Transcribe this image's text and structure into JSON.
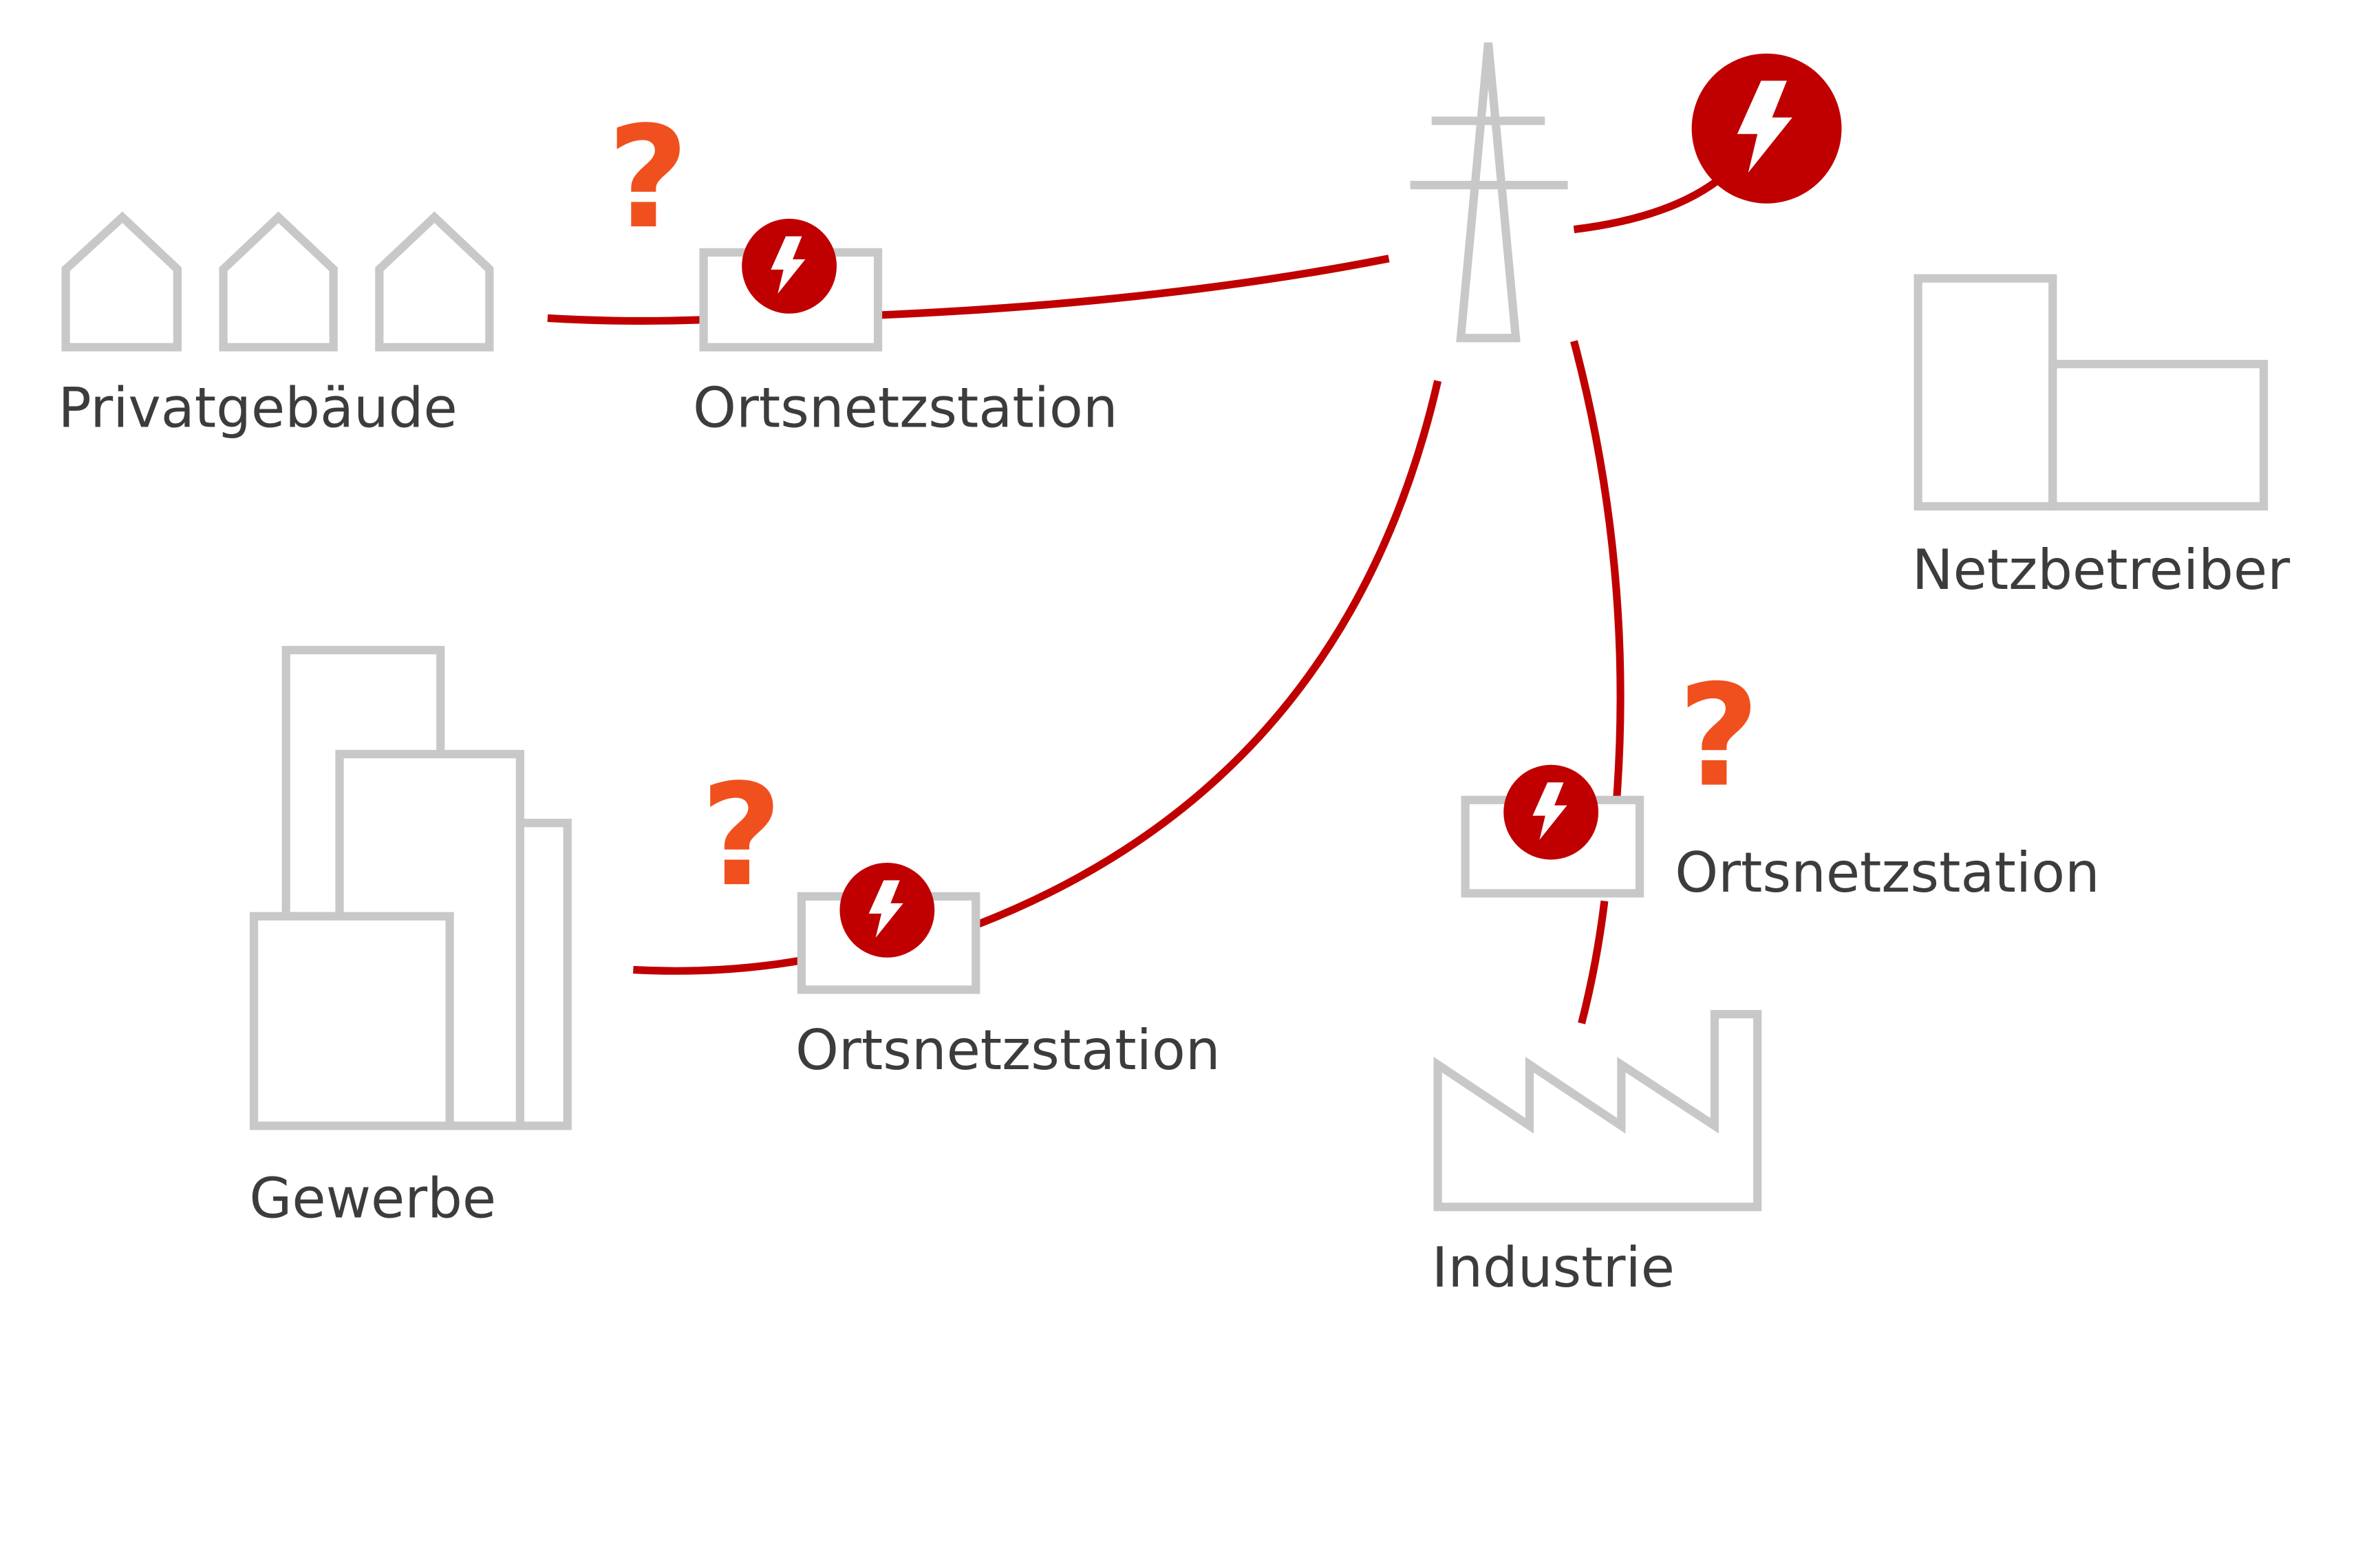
{
  "labels": {
    "private_buildings": "Privatgebäude",
    "substation_top": "Ortsnetzstation",
    "grid_operator": "Netzbetreiber",
    "commerce": "Gewerbe",
    "substation_bottom_left": "Ortsnetzstation",
    "substation_right": "Ortsnetzstation",
    "industry": "Industrie"
  },
  "markers": {
    "question": "?"
  },
  "icons": {
    "house": "house-outline-icon",
    "substation": "substation-box-icon",
    "lightning": "lightning-bolt-icon",
    "pylon": "power-pylon-icon",
    "office": "office-building-icon",
    "factory": "factory-icon"
  },
  "colors": {
    "line": "#c00000",
    "outline": "#c8c8c8",
    "question": "#f0501e",
    "text": "#3c3c3c"
  }
}
